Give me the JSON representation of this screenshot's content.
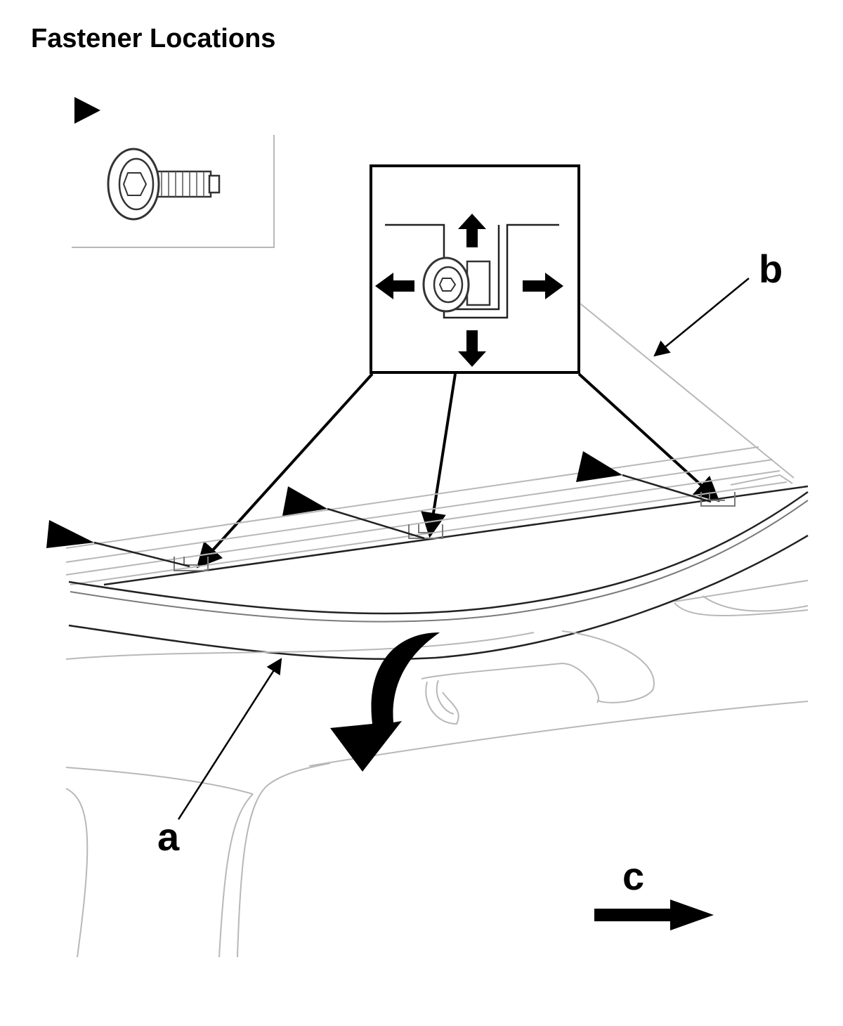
{
  "title": "Fastener Locations",
  "labels": {
    "a": "a",
    "b": "b",
    "c": "c"
  },
  "legend_symbol": "triangle-marker-icon",
  "fastener_icon": "flange-bolt-icon"
}
